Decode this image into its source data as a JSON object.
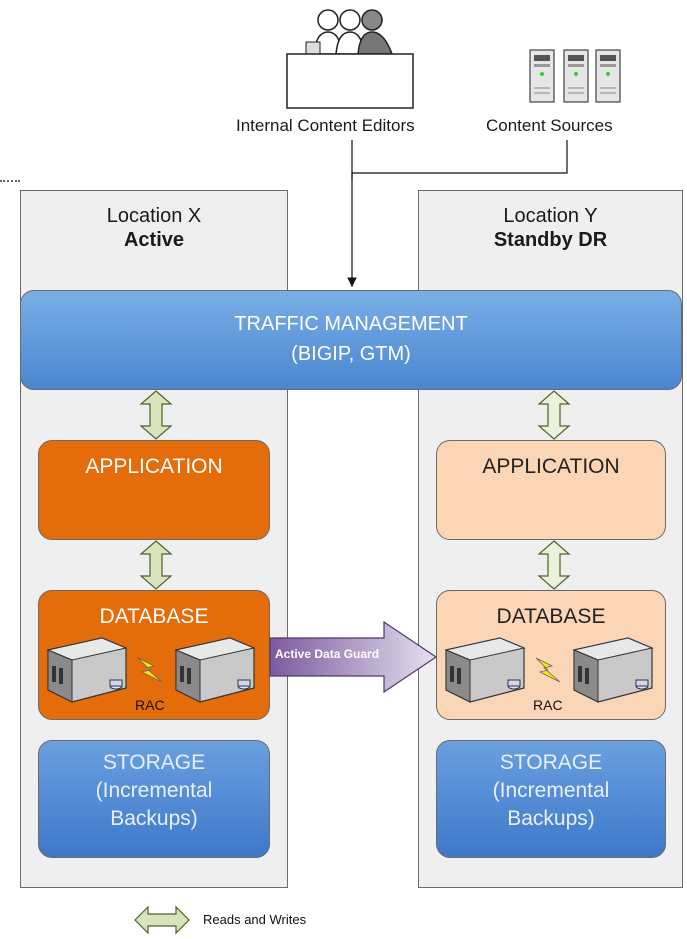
{
  "top": {
    "editors_label": "Internal Content Editors",
    "sources_label": "Content Sources"
  },
  "location_x": {
    "name": "Location X",
    "status": "Active",
    "application": "APPLICATION",
    "database": "DATABASE",
    "rac": "RAC",
    "storage_line1": "STORAGE",
    "storage_line2": "(Incremental",
    "storage_line3": "Backups)"
  },
  "location_y": {
    "name": "Location Y",
    "status": "Standby DR",
    "application": "APPLICATION",
    "database": "DATABASE",
    "rac": "RAC",
    "storage_line1": "STORAGE",
    "storage_line2": "(Incremental",
    "storage_line3": "Backups)"
  },
  "traffic": {
    "line1": "TRAFFIC MANAGEMENT",
    "line2": "(BIGIP, GTM)"
  },
  "replication": {
    "label": "Active Data Guard"
  },
  "legend": {
    "label": "Reads and Writes"
  },
  "colors": {
    "active_orange": "#e46c0a",
    "standby_peach": "#fbd6b6",
    "traffic_blue": "#4a86d2",
    "storage_blue": "#3e78c9",
    "arrow_green": "#d8e4bc",
    "data_guard_purple": "#8064a2"
  }
}
